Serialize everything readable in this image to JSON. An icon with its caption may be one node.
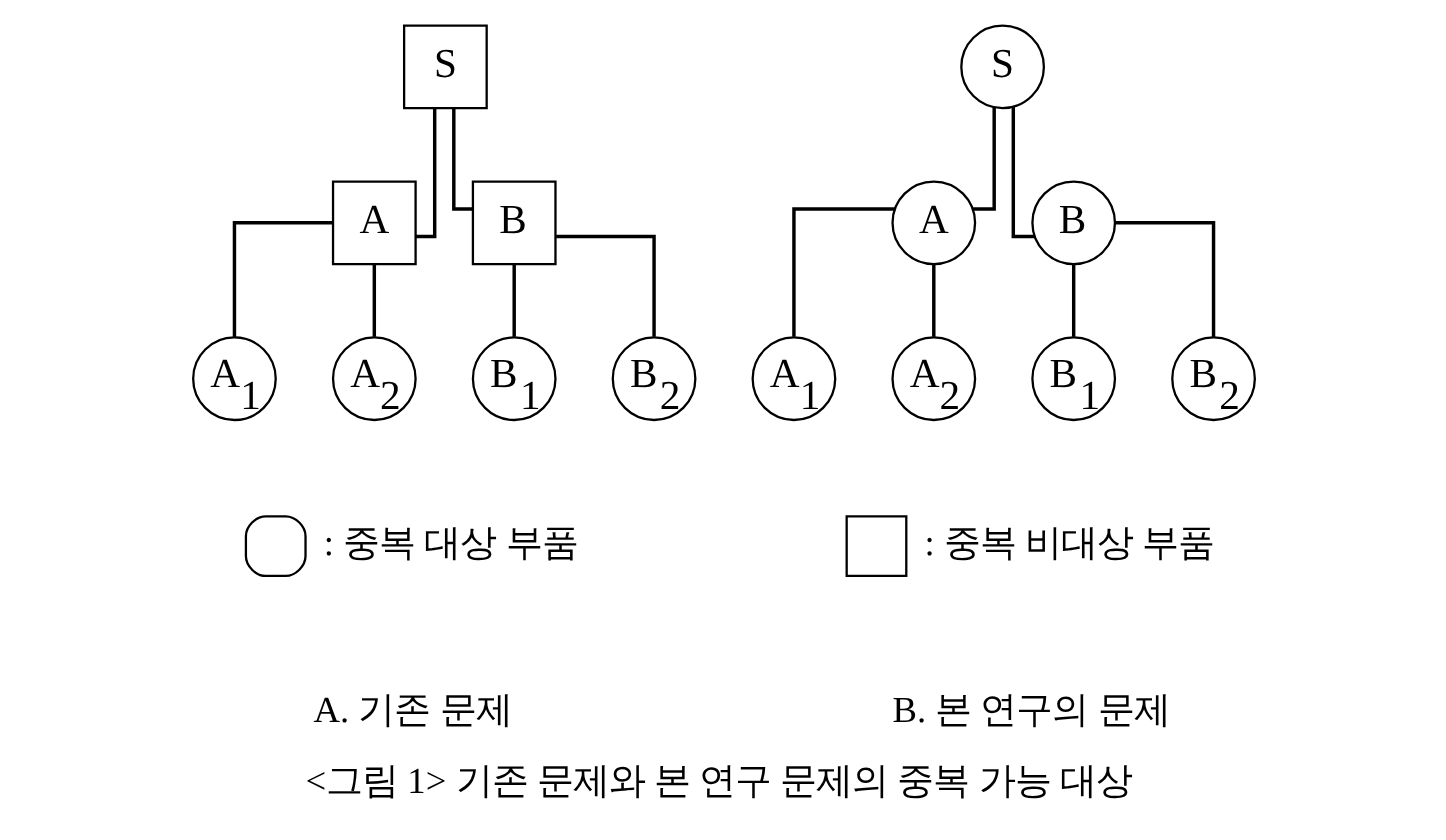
{
  "diagram": {
    "caption": "<그림 1> 기존 문제와 본 연구 문제의 중복 가능 대상",
    "nodes": [
      {
        "text": [
          "S"
        ]
      },
      {
        "text": [
          "A"
        ]
      },
      {
        "text": [
          "B"
        ]
      },
      {
        "text": [
          "A$_{1}$"
        ]
      },
      {
        "text": [
          "A$_{2}$"
        ]
      },
      {
        "text": [
          "B$_{1}$"
        ]
      },
      {
        "text": [
          "B$_{2}$"
        ]
      },
      {
        "text": [
          "S"
        ]
      },
      {
        "text": [
          "A"
        ]
      },
      {
        "text": [
          "B"
        ]
      },
      {
        "text": [
          "A$_{1}$"
        ]
      },
      {
        "text": [
          "A$_{2}$"
        ]
      },
      {
        "text": [
          "B$_{1}$"
        ]
      },
      {
        "text": [
          "B$_{2}$"
        ]
      }
    ],
    "edges": [
      {
        "from": 0,
        "to": 1,
        "arrow": "none"
      },
      {
        "from": 0,
        "to": 2,
        "arrow": "none"
      },
      {
        "from": 1,
        "to": 3,
        "arrow": "none"
      },
      {
        "from": 1,
        "to": 4,
        "arrow": "none"
      },
      {
        "from": 2,
        "to": 5,
        "arrow": "none"
      },
      {
        "from": 2,
        "to": 6,
        "arrow": "none"
      },
      {
        "from": 7,
        "to": 8,
        "arrow": "none"
      },
      {
        "from": 7,
        "to": 9,
        "arrow": "none"
      },
      {
        "from": 8,
        "to": 10,
        "arrow": "none"
      },
      {
        "from": 8,
        "to": 11,
        "arrow": "none"
      },
      {
        "from": 9,
        "to": 12,
        "arrow": "none"
      },
      {
        "from": 9,
        "to": 13,
        "arrow": "none"
      }
    ],
    "labels": [
      "A. 기존 문제",
      "B. 본 연구의 문제"
    ],
    "legend": [
      {
        "text": ": 중복 대상 부품"
      },
      {
        "text": ": 중복 비대상 부품"
      }
    ]
  }
}
